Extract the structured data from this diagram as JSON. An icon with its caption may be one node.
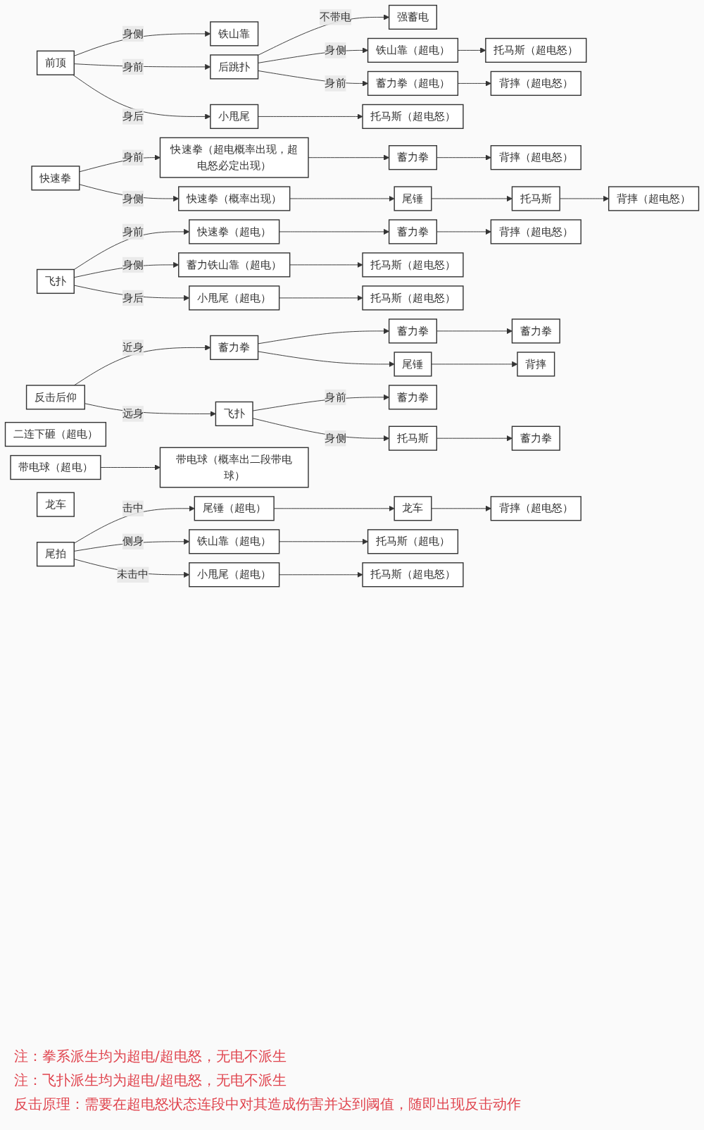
{
  "diagram": {
    "nodes": [
      {
        "text": [
          "前顶"
        ]
      },
      {
        "text": [
          "铁山靠"
        ]
      },
      {
        "text": [
          "后跳扑"
        ]
      },
      {
        "text": [
          "强蓄电"
        ]
      },
      {
        "text": [
          "铁山靠（超电）"
        ]
      },
      {
        "text": [
          "托马斯（超电怒）"
        ]
      },
      {
        "text": [
          "蓄力拳（超电）"
        ]
      },
      {
        "text": [
          "背摔（超电怒）"
        ]
      },
      {
        "text": [
          "小甩尾"
        ]
      },
      {
        "text": [
          "托马斯（超电怒）"
        ]
      },
      {
        "text": [
          "快速拳"
        ]
      },
      {
        "text": [
          "快速拳（超电概率出现，超电怒必定出现）"
        ]
      },
      {
        "text": [
          "蓄力拳"
        ]
      },
      {
        "text": [
          "背摔（超电怒）"
        ]
      },
      {
        "text": [
          "快速拳（概率出现）"
        ]
      },
      {
        "text": [
          "尾锤"
        ]
      },
      {
        "text": [
          "托马斯"
        ]
      },
      {
        "text": [
          "背摔（超电怒）"
        ]
      },
      {
        "text": [
          "飞扑"
        ]
      },
      {
        "text": [
          "快速拳（超电）"
        ]
      },
      {
        "text": [
          "蓄力拳"
        ]
      },
      {
        "text": [
          "背摔（超电怒）"
        ]
      },
      {
        "text": [
          "蓄力铁山靠（超电）"
        ]
      },
      {
        "text": [
          "托马斯（超电怒）"
        ]
      },
      {
        "text": [
          "小甩尾（超电）"
        ]
      },
      {
        "text": [
          "托马斯（超电怒）"
        ]
      },
      {
        "text": [
          "反击后仰"
        ]
      },
      {
        "text": [
          "蓄力拳"
        ]
      },
      {
        "text": [
          "蓄力拳"
        ]
      },
      {
        "text": [
          "蓄力拳"
        ]
      },
      {
        "text": [
          "尾锤"
        ]
      },
      {
        "text": [
          "背摔"
        ]
      },
      {
        "text": [
          "飞扑"
        ]
      },
      {
        "text": [
          "蓄力拳"
        ]
      },
      {
        "text": [
          "托马斯"
        ]
      },
      {
        "text": [
          "蓄力拳"
        ]
      },
      {
        "text": [
          "二连下砸（超电）"
        ]
      },
      {
        "text": [
          "带电球（超电）"
        ]
      },
      {
        "text": [
          "带电球（概率出二段带电球）"
        ]
      },
      {
        "text": [
          "龙车"
        ]
      },
      {
        "text": [
          "尾拍"
        ]
      },
      {
        "text": [
          "尾锤（超电）"
        ]
      },
      {
        "text": [
          "龙车"
        ]
      },
      {
        "text": [
          "背摔（超电怒）"
        ]
      },
      {
        "text": [
          "铁山靠（超电）"
        ]
      },
      {
        "text": [
          "托马斯（超电）"
        ]
      },
      {
        "text": [
          "小甩尾（超电）"
        ]
      },
      {
        "text": [
          "托马斯（超电怒）"
        ]
      }
    ],
    "edges": [
      {
        "from": 0,
        "to": 1,
        "label": "身侧",
        "arrow": "to"
      },
      {
        "from": 0,
        "to": 2,
        "label": "身前",
        "arrow": "to"
      },
      {
        "from": 0,
        "to": 8,
        "label": "身后",
        "arrow": "to"
      },
      {
        "from": 2,
        "to": 3,
        "label": "不带电",
        "arrow": "to"
      },
      {
        "from": 2,
        "to": 4,
        "label": "身侧",
        "arrow": "to"
      },
      {
        "from": 2,
        "to": 6,
        "label": "身前",
        "arrow": "to"
      },
      {
        "from": 4,
        "to": 5,
        "arrow": "to"
      },
      {
        "from": 6,
        "to": 7,
        "arrow": "to"
      },
      {
        "from": 8,
        "to": 9,
        "arrow": "to"
      },
      {
        "from": 10,
        "to": 11,
        "label": "身前",
        "arrow": "to"
      },
      {
        "from": 11,
        "to": 12,
        "arrow": "to"
      },
      {
        "from": 12,
        "to": 13,
        "arrow": "to"
      },
      {
        "from": 10,
        "to": 14,
        "label": "身侧",
        "arrow": "to"
      },
      {
        "from": 14,
        "to": 15,
        "arrow": "to"
      },
      {
        "from": 15,
        "to": 16,
        "arrow": "to"
      },
      {
        "from": 16,
        "to": 17,
        "arrow": "to"
      },
      {
        "from": 18,
        "to": 19,
        "label": "身前",
        "arrow": "to"
      },
      {
        "from": 19,
        "to": 20,
        "arrow": "to"
      },
      {
        "from": 20,
        "to": 21,
        "arrow": "to"
      },
      {
        "from": 18,
        "to": 22,
        "label": "身侧",
        "arrow": "to"
      },
      {
        "from": 22,
        "to": 23,
        "arrow": "to"
      },
      {
        "from": 18,
        "to": 24,
        "label": "身后",
        "arrow": "to"
      },
      {
        "from": 24,
        "to": 25,
        "arrow": "to"
      },
      {
        "from": 26,
        "to": 27,
        "label": "近身",
        "arrow": "to"
      },
      {
        "from": 27,
        "to": 28,
        "arrow": "to"
      },
      {
        "from": 28,
        "to": 29,
        "arrow": "to"
      },
      {
        "from": 27,
        "to": 30,
        "arrow": "to"
      },
      {
        "from": 30,
        "to": 31,
        "arrow": "to"
      },
      {
        "from": 26,
        "to": 32,
        "label": "远身",
        "arrow": "to"
      },
      {
        "from": 32,
        "to": 33,
        "label": "身前",
        "arrow": "to"
      },
      {
        "from": 32,
        "to": 34,
        "label": "身侧",
        "arrow": "to"
      },
      {
        "from": 34,
        "to": 35,
        "arrow": "to"
      },
      {
        "from": 37,
        "to": 38,
        "arrow": "to"
      },
      {
        "from": 40,
        "to": 41,
        "label": "击中",
        "arrow": "to"
      },
      {
        "from": 41,
        "to": 42,
        "arrow": "to"
      },
      {
        "from": 42,
        "to": 43,
        "arrow": "to"
      },
      {
        "from": 40,
        "to": 44,
        "label": "侧身",
        "arrow": "to"
      },
      {
        "from": 44,
        "to": 45,
        "arrow": "to"
      },
      {
        "from": 40,
        "to": 46,
        "label": "未击中",
        "arrow": "to"
      },
      {
        "from": 46,
        "to": 47,
        "arrow": "to"
      }
    ],
    "labels": [
      "注：拳系派生均为超电/超电怒，无电不派生",
      "注：飞扑派生均为超电/超电怒，无电不派生",
      "反击原理：需要在超电怒状态连段中对其造成伤害并达到阈值，随即出现反击动作"
    ]
  }
}
